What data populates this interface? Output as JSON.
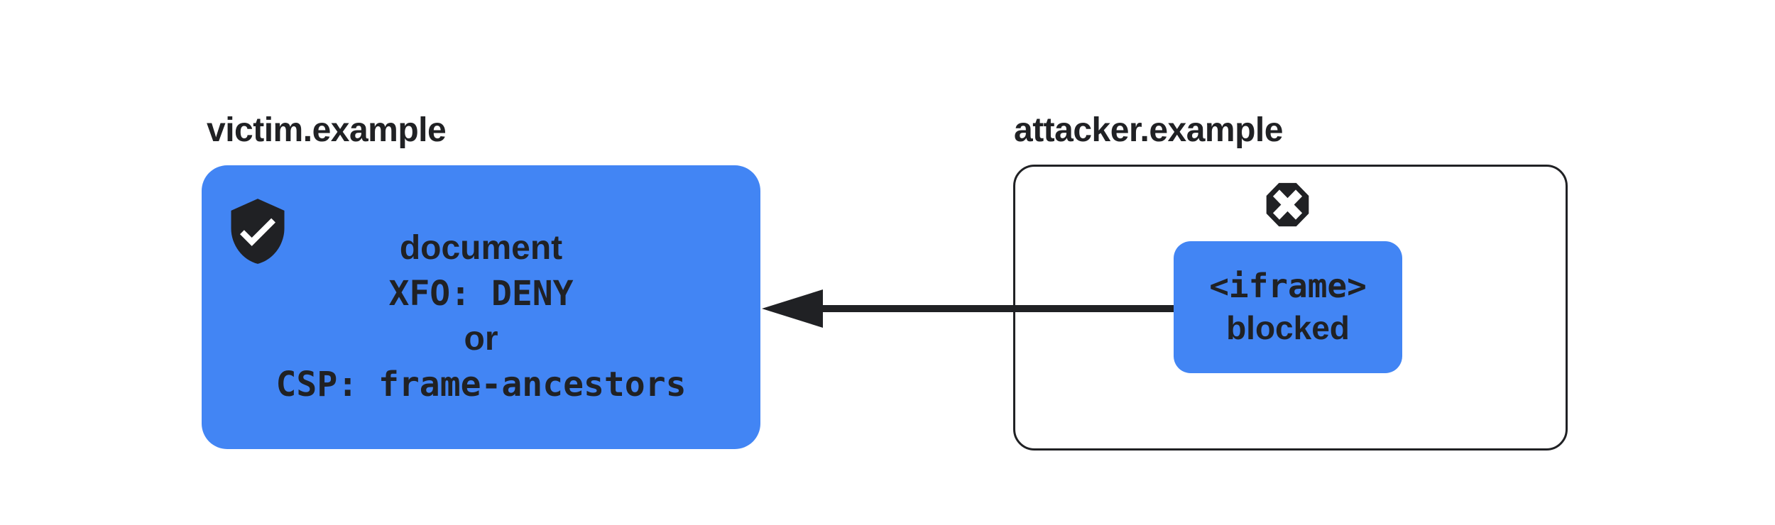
{
  "colors": {
    "background": "#ffffff",
    "accent_blue": "#4285f4",
    "ink": "#202124",
    "glyph_white": "#ffffff"
  },
  "victim": {
    "label": "victim.example",
    "box": {
      "icon": "shield-check-icon",
      "lines": [
        {
          "text": "document",
          "style": "sans"
        },
        {
          "text": "XFO: DENY",
          "style": "mono"
        },
        {
          "text": "or",
          "style": "sans"
        },
        {
          "text": "CSP: frame-ancestors",
          "style": "mono"
        }
      ]
    }
  },
  "attacker": {
    "label": "attacker.example",
    "box": {
      "icon": "blocked-x-icon",
      "iframe_box": {
        "lines": [
          {
            "text": "<iframe>",
            "style": "mono"
          },
          {
            "text": "blocked",
            "style": "sans"
          }
        ]
      }
    }
  },
  "arrow": {
    "description": "embed attempt blocked",
    "from": "iframe-blocked-box",
    "to": "victim-document-box",
    "direction": "right-to-left"
  }
}
